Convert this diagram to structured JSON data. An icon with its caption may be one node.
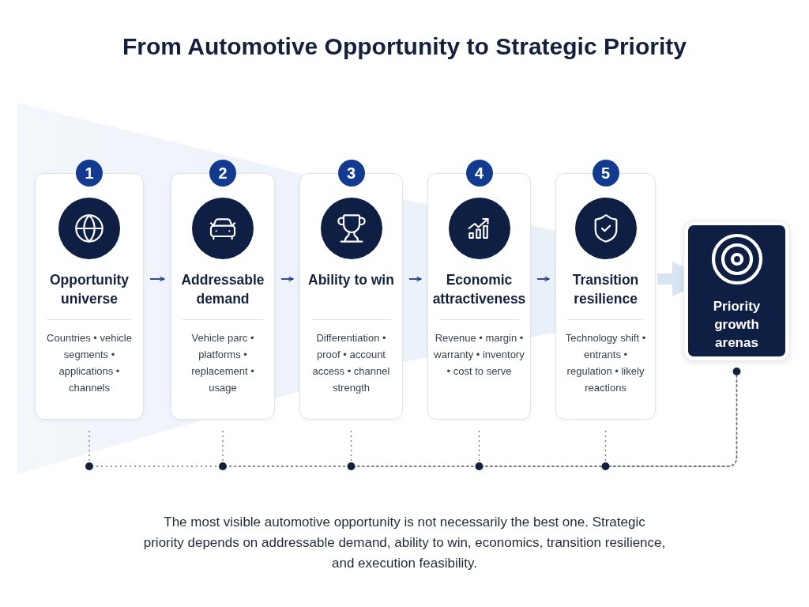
{
  "diagram": {
    "title": "From Automotive Opportunity to Strategic Priority",
    "nodes": [
      {
        "text": [
          "Opportunity universe",
          "Countries • vehicle segments • applications • channels"
        ],
        "beside": [
          "1"
        ]
      },
      {
        "text": [
          "Addressable demand",
          "Vehicle parc • platforms • replacement • usage"
        ],
        "beside": [
          "2"
        ]
      },
      {
        "text": [
          "Ability to win",
          "Differentiation • proof • account access • channel strength"
        ],
        "beside": [
          "3"
        ]
      },
      {
        "text": [
          "Economic attractiveness",
          "Revenue • margin • warranty • inventory • cost to serve"
        ],
        "beside": [
          "4"
        ]
      },
      {
        "text": [
          "Transition resilience",
          "Technology shift • entrants • regulation • likely reactions"
        ],
        "beside": [
          "5"
        ]
      },
      {
        "text": [
          "Priority growth arenas"
        ]
      }
    ],
    "edges": [
      {
        "from": 0,
        "to": 1,
        "arrow": "to"
      },
      {
        "from": 1,
        "to": 2,
        "arrow": "to"
      },
      {
        "from": 2,
        "to": 3,
        "arrow": "to"
      },
      {
        "from": 3,
        "to": 4,
        "arrow": "to"
      },
      {
        "from": 4,
        "to": 5,
        "arrow": "to",
        "style": "thick",
        "color": "#d9e4f3"
      },
      {
        "from": 0,
        "to": 5,
        "arrow": "none",
        "style": "dashed",
        "color": "#6b7280"
      },
      {
        "from": 1,
        "to": 5,
        "arrow": "none",
        "style": "dashed",
        "color": "#6b7280"
      },
      {
        "from": 2,
        "to": 5,
        "arrow": "none",
        "style": "dashed",
        "color": "#6b7280"
      },
      {
        "from": 3,
        "to": 5,
        "arrow": "none",
        "style": "dashed",
        "color": "#6b7280"
      },
      {
        "from": 4,
        "to": 5,
        "arrow": "none",
        "style": "dashed",
        "color": "#6b7280"
      }
    ],
    "caption": "The most visible automotive opportunity is not necessarily the best one. Strategic priority depends on addressable demand, ability to win, economics, transition resilience, and execution feasibility."
  }
}
